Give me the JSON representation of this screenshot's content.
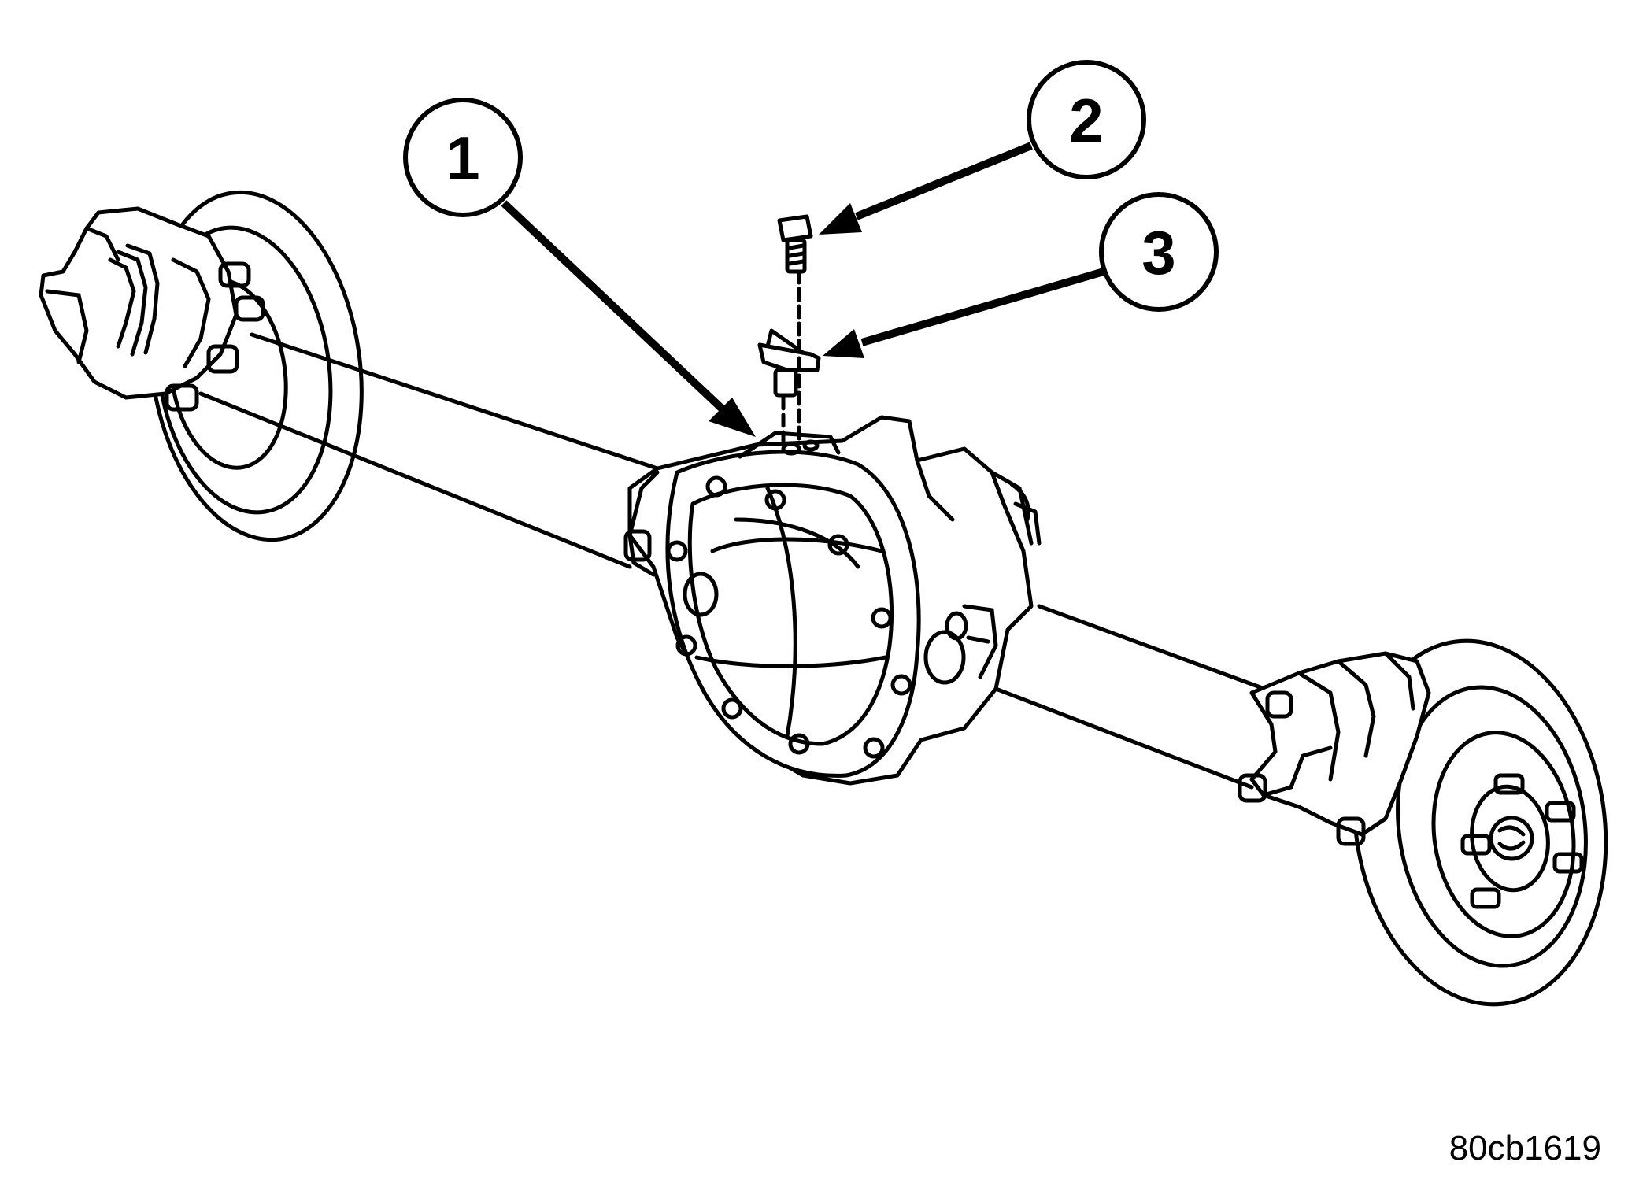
{
  "callouts": [
    {
      "number": "1",
      "part": "rear-axle-housing"
    },
    {
      "number": "2",
      "part": "vent-retaining-bolt"
    },
    {
      "number": "3",
      "part": "axle-vent"
    }
  ],
  "figure_id": "80cb1619",
  "colors": {
    "ink": "#000000",
    "paper": "#ffffff"
  }
}
